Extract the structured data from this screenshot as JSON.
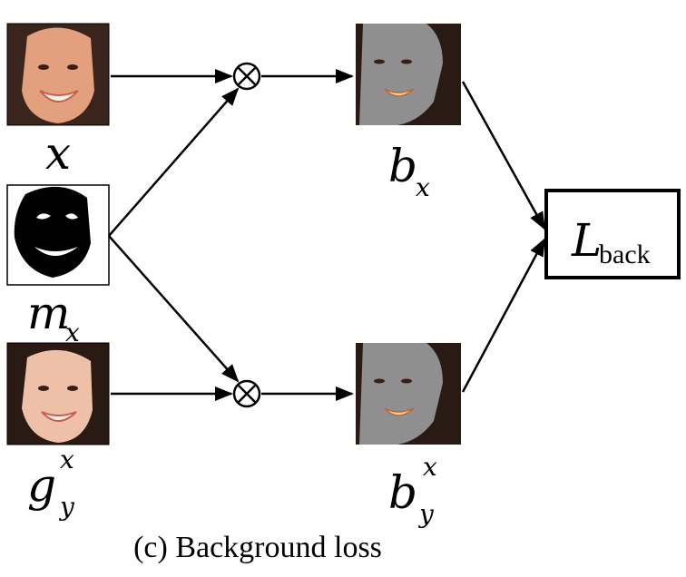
{
  "caption": "(c) Background loss",
  "nodes": {
    "x": {
      "label": "x"
    },
    "mask": {
      "label": "m",
      "sub": "x"
    },
    "gyx": {
      "label": "g",
      "sub": "y",
      "sup": "x"
    },
    "bx": {
      "label": "b",
      "sub": "x"
    },
    "byx": {
      "label": "b",
      "sub": "y",
      "sup": "x"
    },
    "loss": {
      "label": "L",
      "sub": "back"
    }
  },
  "operators": {
    "multiply_symbol": "⊗"
  },
  "colors": {
    "masked_gray": "#8f8f8f",
    "hair": "#2a1a14",
    "skin_x": "#e3a07e",
    "skin_gyx": "#efc0a8",
    "teeth": "#f7f1e0",
    "lips": "#c85a54"
  }
}
